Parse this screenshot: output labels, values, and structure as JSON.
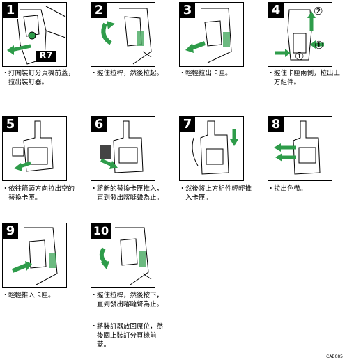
{
  "steps": [
    {
      "num": "1",
      "badge": "R7",
      "text": "打開裝訂分頁機前蓋，拉出裝訂器。"
    },
    {
      "num": "2",
      "text": "握住拉桿，然後拉起。"
    },
    {
      "num": "3",
      "text": "輕輕拉出卡匣。"
    },
    {
      "num": "4",
      "text": "握住卡匣兩側，拉出上方組件。"
    },
    {
      "num": "5",
      "text": "依往箭頭方向拉出空的替換卡匣。"
    },
    {
      "num": "6",
      "text": "將新的替換卡匣推入，直到發出喀噠聲為止。"
    },
    {
      "num": "7",
      "text": "然後將上方組件輕輕推入卡匣。"
    },
    {
      "num": "8",
      "text": "拉出色帶。"
    },
    {
      "num": "9",
      "text": "輕輕推入卡匣。"
    },
    {
      "num": "10",
      "text": "握住拉桿，然後按下，直到發出喀噠聲為止。",
      "text2": "將裝訂器放回原位，然後關上裝訂分頁機前蓋。"
    }
  ],
  "step4_markers": [
    "②",
    "①",
    "①"
  ],
  "bullet": "・",
  "figure_code": "CAB085",
  "colors": {
    "arrow": "#2e9c4a",
    "line": "#000000"
  }
}
